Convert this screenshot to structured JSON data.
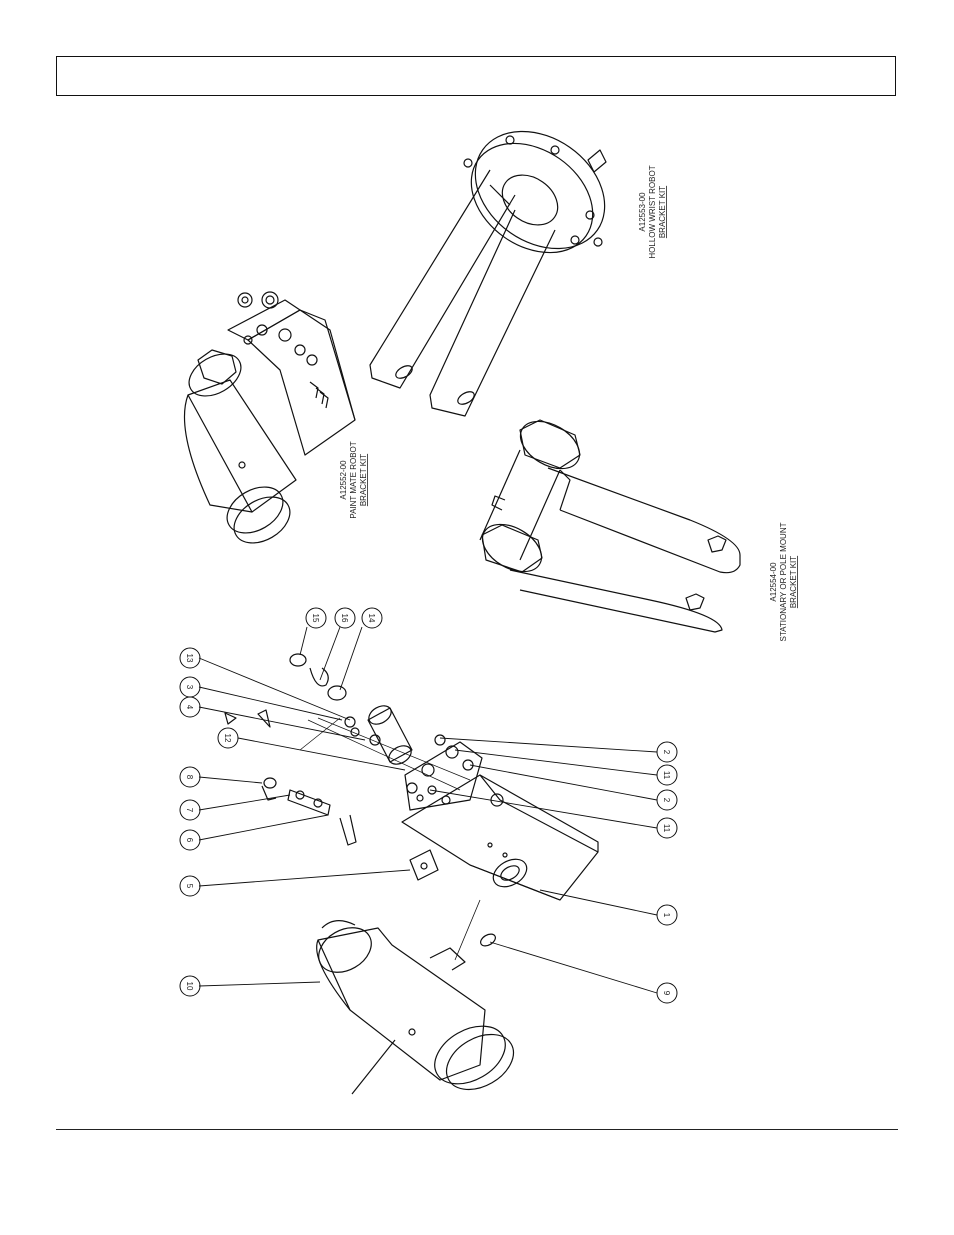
{
  "kits": [
    {
      "part": "A12552-00",
      "line1": "PAINT MATE ROBOT",
      "line2": "BRACKET KIT"
    },
    {
      "part": "A12553-00",
      "line1": "HOLLOW WRIST ROBOT",
      "line2": "BRACKET KIT"
    },
    {
      "part": "A12554-00",
      "line1": "STATIONARY OR POLE MOUNT",
      "line2": "BRACKET KIT"
    }
  ],
  "callouts": [
    "15",
    "16",
    "14",
    "13",
    "3",
    "4",
    "12",
    "8",
    "7",
    "6",
    "5",
    "10",
    "2",
    "11",
    "2",
    "11",
    "1",
    "9"
  ]
}
